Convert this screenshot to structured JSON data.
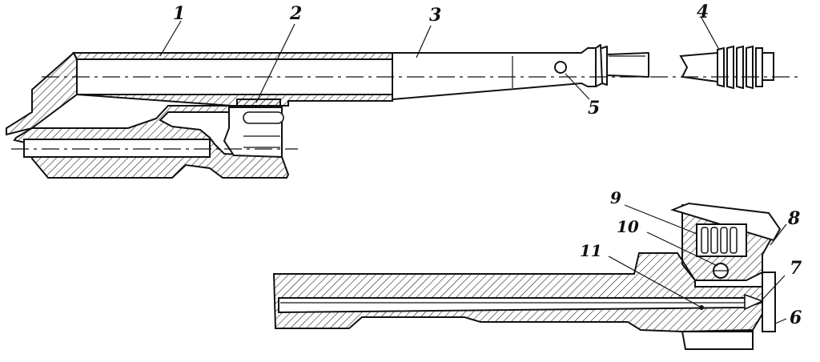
{
  "colors": {
    "ink": "#111111",
    "paper": "#ffffff"
  },
  "callouts": {
    "c1": "1",
    "c2": "2",
    "c3": "3",
    "c4": "4",
    "c5": "5",
    "c6": "6",
    "c7": "7",
    "c8": "8",
    "c9": "9",
    "c10": "10",
    "c11": "11"
  }
}
